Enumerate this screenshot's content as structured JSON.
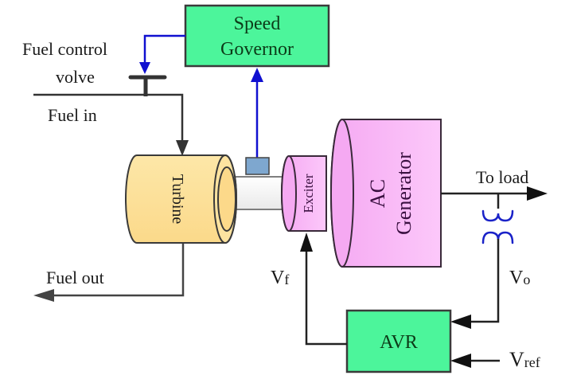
{
  "diagram": {
    "title": "Turbine-generator with speed governor and AVR control loops",
    "colors": {
      "control_box_fill": "#4cf59b",
      "control_box_stroke": "#3a3a3a",
      "turbine_fill": "#fde39a",
      "exciter_generator_fill": "#f7b6f5",
      "shaft_fill": "#f4f4f4",
      "sensor_fill": "#7ea7cf",
      "speed_loop_line": "#1010d0",
      "transformer_coil": "#1a22c8",
      "line_dark": "#333333"
    },
    "blocks": {
      "speed_governor": {
        "line1": "Speed",
        "line2": "Governor"
      },
      "avr": {
        "label": "AVR"
      },
      "turbine": {
        "label": "Turbine"
      },
      "exciter": {
        "label": "Exciter"
      },
      "generator": {
        "line1": "AC",
        "line2": "Generator"
      }
    },
    "labels": {
      "fuel_control_line1": "Fuel control",
      "fuel_control_line2": "volve",
      "fuel_in": "Fuel in",
      "fuel_out": "Fuel out",
      "to_load": "To load",
      "vf_main": "V",
      "vf_sub": "f",
      "vo_main": "V",
      "vo_sub": "o",
      "vref_main": "V",
      "vref_sub": "ref"
    },
    "icons": {
      "valve": "fuel-control-valve-icon",
      "transformer": "potential-transformer-icon",
      "speed_sensor": "speed-sensor-icon"
    }
  }
}
